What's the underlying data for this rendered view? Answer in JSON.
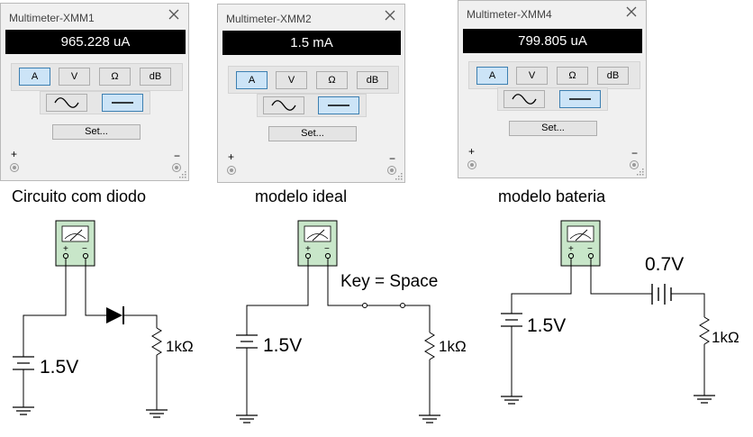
{
  "meters": [
    {
      "title": "Multimeter-XMM1",
      "display": "965.228 uA"
    },
    {
      "title": "Multimeter-XMM2",
      "display": "1.5 mA"
    },
    {
      "title": "Multimeter-XMM4",
      "display": "799.805 uA"
    }
  ],
  "mode_buttons": {
    "amp": "A",
    "volt": "V",
    "ohm": "Ω",
    "db": "dB"
  },
  "active_mode": "A",
  "active_wave": "dc",
  "set_label": "Set...",
  "terminal_plus": "+",
  "terminal_minus": "−",
  "captions": [
    "Circuito com diodo",
    "modelo ideal",
    "modelo bateria"
  ],
  "circuits": {
    "meter_plus": "+",
    "meter_minus": "−",
    "c1": {
      "source": "1.5V",
      "resistor": "1kΩ"
    },
    "c2": {
      "source": "1.5V",
      "resistor": "1kΩ",
      "switch": "Key = Space"
    },
    "c3": {
      "source": "1.5V",
      "resistor": "1kΩ",
      "battery": "0.7V"
    }
  },
  "colors": {
    "display_bg": "#000000",
    "active_button": "#cce4f7",
    "meter_icon": "#c8e6c9"
  }
}
